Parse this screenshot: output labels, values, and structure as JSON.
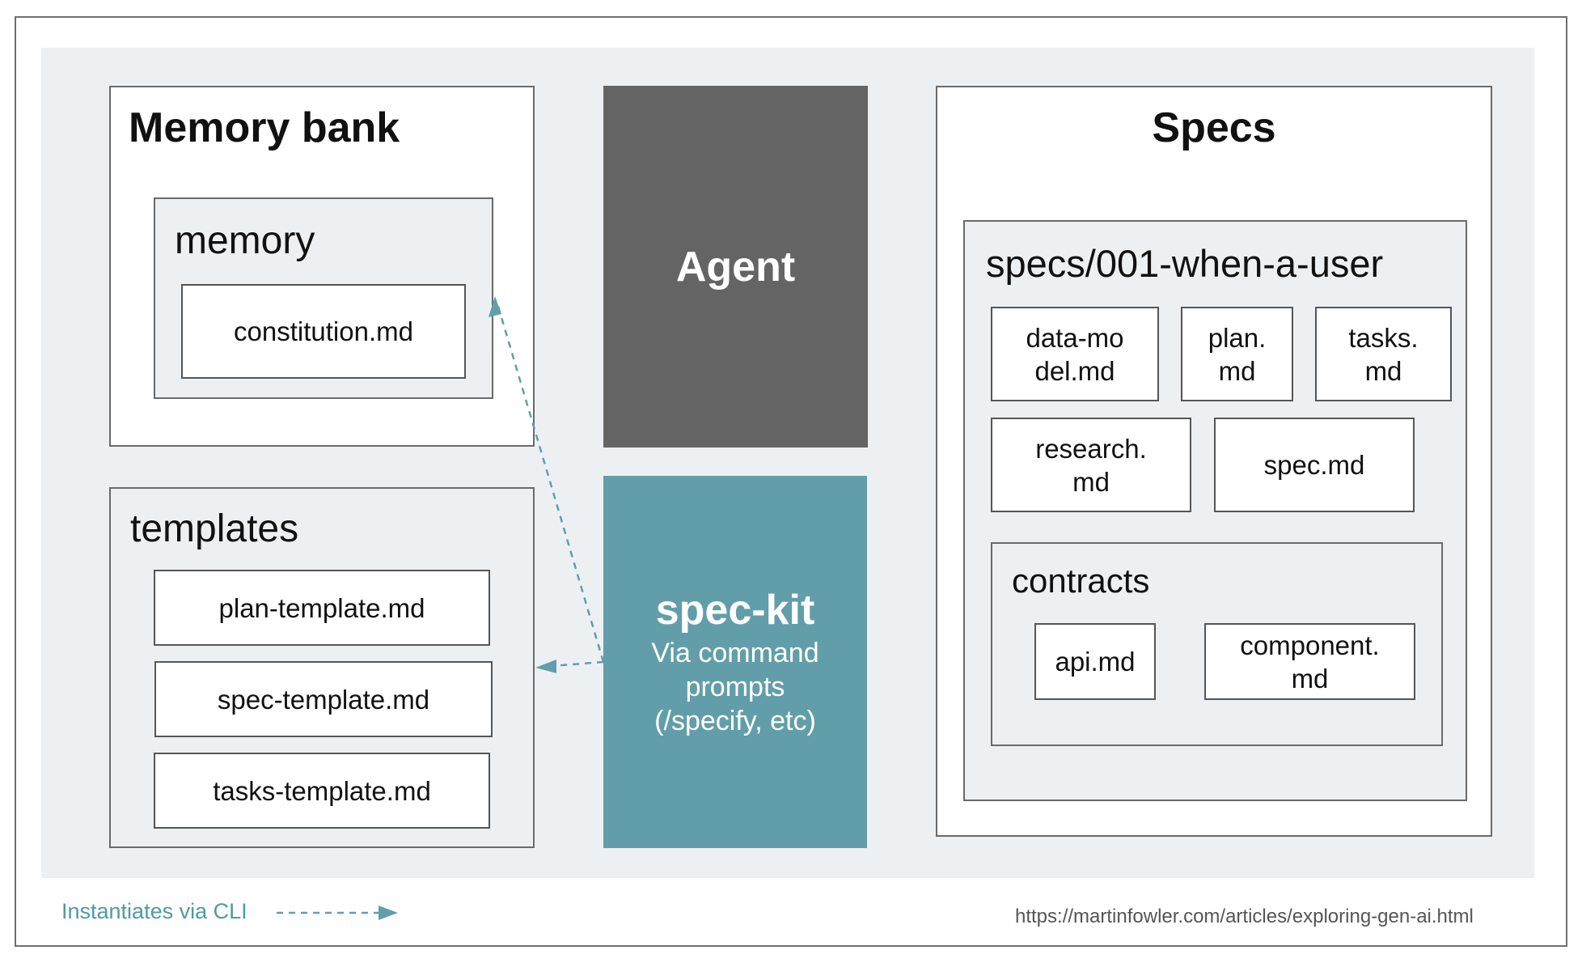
{
  "memory_bank": {
    "title": "Memory bank",
    "memory": {
      "title": "memory",
      "files": [
        "constitution.md"
      ]
    }
  },
  "agent": {
    "label": "Agent"
  },
  "spec_kit": {
    "title": "spec-kit",
    "description": "Via command\nprompts\n(/specify, etc)"
  },
  "templates": {
    "title": "templates",
    "files": [
      "plan-template.md",
      "spec-template.md",
      "tasks-template.md"
    ]
  },
  "specs": {
    "title": "Specs",
    "folder": {
      "title": "specs/001-when-a-user",
      "files": [
        "data-mo\ndel.md",
        "plan.\nmd",
        "tasks.\nmd",
        "research.\nmd",
        "spec.md"
      ],
      "contracts": {
        "title": "contracts",
        "files": [
          "api.md",
          "component.\nmd"
        ]
      }
    }
  },
  "legend": {
    "label": "Instantiates via CLI"
  },
  "source": {
    "url": "https://martinfowler.com/articles/exploring-gen-ai.html"
  },
  "colors": {
    "accent": "#629ea9",
    "agent": "#646464",
    "background": "#edf0f3",
    "border": "#6a6a6a"
  }
}
